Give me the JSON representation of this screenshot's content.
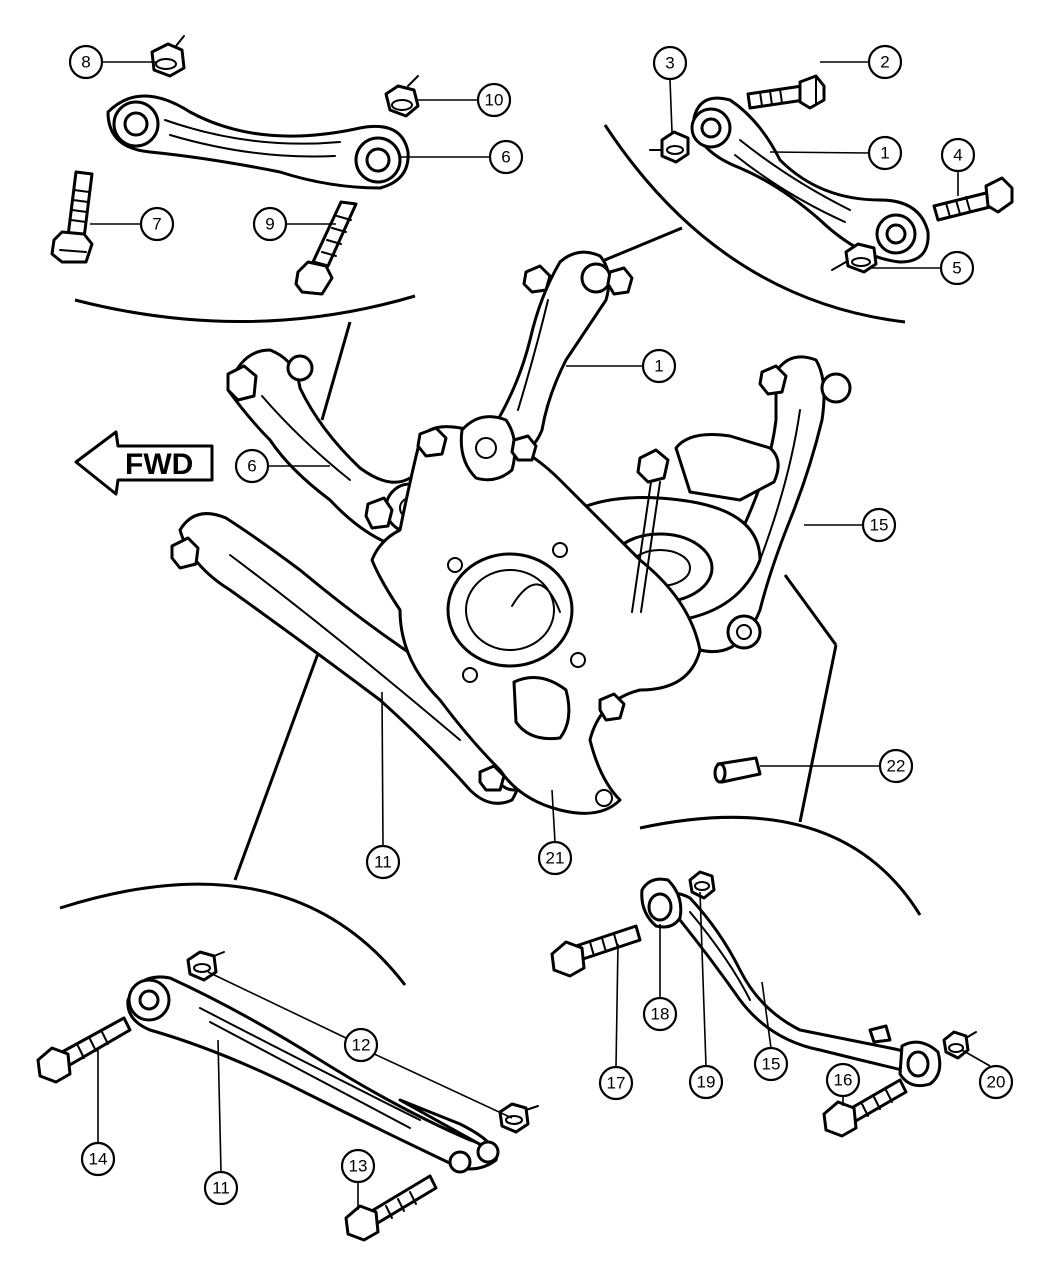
{
  "diagram": {
    "direction_label": "FWD",
    "callouts": [
      {
        "id": "c8",
        "label": "8"
      },
      {
        "id": "c10",
        "label": "10"
      },
      {
        "id": "c6a",
        "label": "6"
      },
      {
        "id": "c7",
        "label": "7"
      },
      {
        "id": "c9",
        "label": "9"
      },
      {
        "id": "c3",
        "label": "3"
      },
      {
        "id": "c2",
        "label": "2"
      },
      {
        "id": "c1a",
        "label": "1"
      },
      {
        "id": "c4",
        "label": "4"
      },
      {
        "id": "c5",
        "label": "5"
      },
      {
        "id": "c1b",
        "label": "1"
      },
      {
        "id": "c6b",
        "label": "6"
      },
      {
        "id": "c15a",
        "label": "15"
      },
      {
        "id": "c22",
        "label": "22"
      },
      {
        "id": "c11a",
        "label": "11"
      },
      {
        "id": "c21",
        "label": "21"
      },
      {
        "id": "c12",
        "label": "12"
      },
      {
        "id": "c14",
        "label": "14"
      },
      {
        "id": "c11b",
        "label": "11"
      },
      {
        "id": "c13",
        "label": "13"
      },
      {
        "id": "c18",
        "label": "18"
      },
      {
        "id": "c17",
        "label": "17"
      },
      {
        "id": "c19",
        "label": "19"
      },
      {
        "id": "c15b",
        "label": "15"
      },
      {
        "id": "c16",
        "label": "16"
      },
      {
        "id": "c20",
        "label": "20"
      }
    ]
  }
}
